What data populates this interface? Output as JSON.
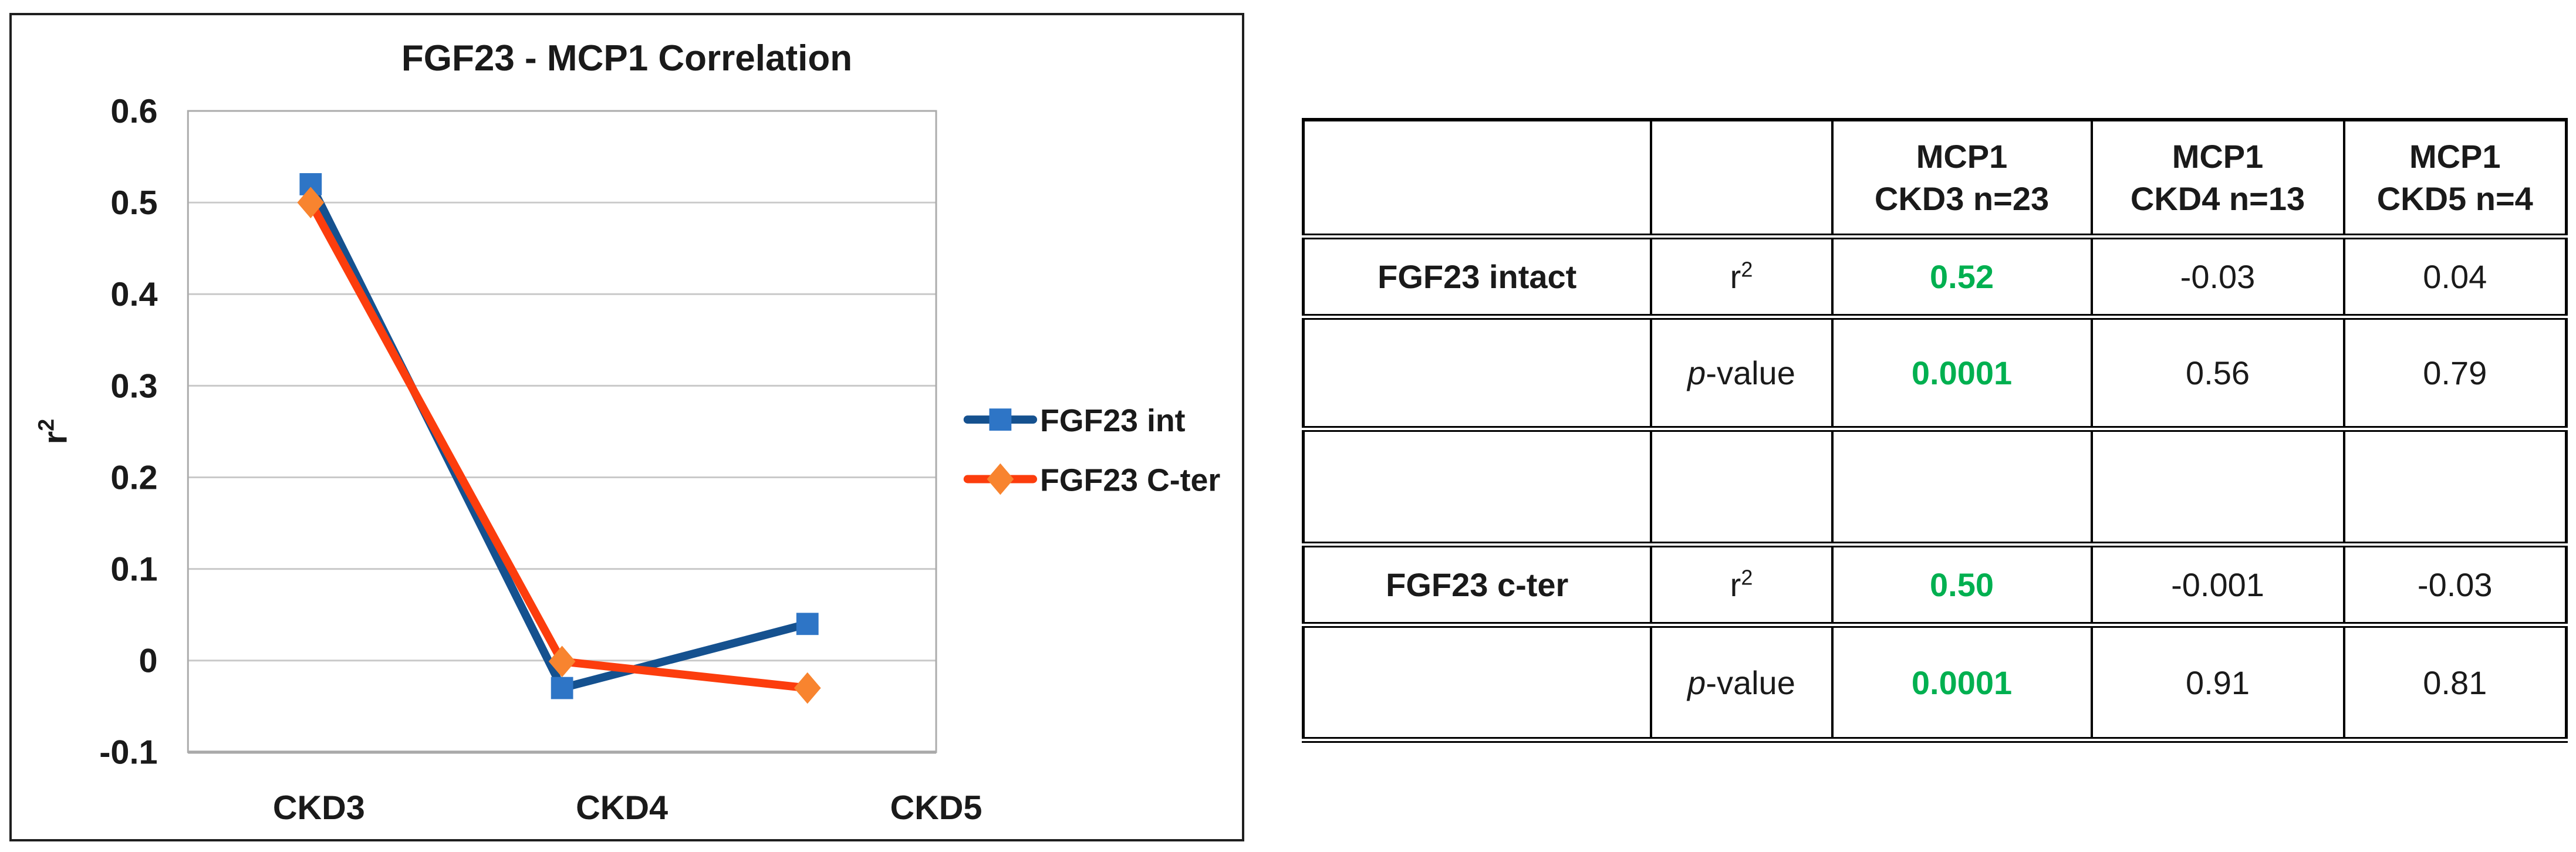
{
  "chart_data": {
    "type": "line",
    "title": "FGF23 - MCP1 Correlation",
    "ylabel": "r",
    "ylabel_sup": "2",
    "xlabel": "",
    "categories": [
      "CKD3",
      "CKD4",
      "CKD5"
    ],
    "series": [
      {
        "name": "FGF23 int",
        "values": [
          0.52,
          -0.03,
          0.04
        ],
        "line_color": "#15518F",
        "marker_color": "#2E75C6",
        "marker": "square"
      },
      {
        "name": "FGF23 C-ter",
        "values": [
          0.5,
          -0.001,
          -0.03
        ],
        "line_color": "#FC3D0D",
        "marker_color": "#F8842F",
        "marker": "diamond"
      }
    ],
    "ylim": [
      -0.1,
      0.6
    ],
    "ytick_labels": [
      "0.6",
      "0.5",
      "0.4",
      "0.3",
      "0.2",
      "0.1",
      "0",
      "-0.1"
    ],
    "grid": true,
    "legend_position": "right"
  },
  "table": {
    "header": [
      [
        "",
        ""
      ],
      [
        "",
        ""
      ],
      [
        "MCP1",
        "CKD3 n=23"
      ],
      [
        "MCP1",
        "CKD4 n=13"
      ],
      [
        "MCP1",
        "CKD5 n=4"
      ]
    ],
    "rows": [
      {
        "label": "FGF23 intact",
        "stat": {
          "italic": "",
          "text": "r",
          "sup": "2"
        },
        "values": [
          "0.52",
          "-0.03",
          "0.04"
        ],
        "highlight": [
          true,
          false,
          false
        ]
      },
      {
        "label": "",
        "stat": {
          "italic": "p",
          "text": "-value",
          "sup": ""
        },
        "values": [
          "0.0001",
          "0.56",
          "0.79"
        ],
        "highlight": [
          true,
          false,
          false
        ]
      },
      {
        "label": "",
        "stat": {
          "italic": "",
          "text": "",
          "sup": ""
        },
        "values": [
          "",
          "",
          ""
        ],
        "highlight": [
          false,
          false,
          false
        ]
      },
      {
        "label": "FGF23 c-ter",
        "stat": {
          "italic": "",
          "text": "r",
          "sup": "2"
        },
        "values": [
          "0.50",
          "-0.001",
          "-0.03"
        ],
        "highlight": [
          true,
          false,
          false
        ]
      },
      {
        "label": "",
        "stat": {
          "italic": "p",
          "text": "-value",
          "sup": ""
        },
        "values": [
          "0.0001",
          "0.91",
          "0.81"
        ],
        "highlight": [
          true,
          false,
          false
        ]
      }
    ]
  },
  "colors": {
    "highlight_green": "#00B050",
    "gridline": "#C9C9C9",
    "plot_border": "#ACACAC",
    "axis_line": "#9C9C9C",
    "text": "#1A1A1A",
    "table_border": "#000000"
  }
}
